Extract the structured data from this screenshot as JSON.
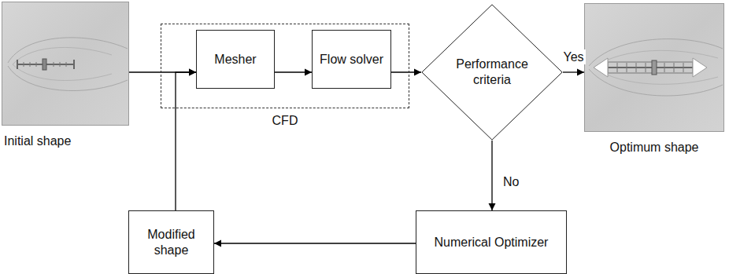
{
  "diagram": {
    "nodes": [
      {
        "text": [
          "Initial shape"
        ]
      },
      {
        "text": [
          "CFD"
        ]
      },
      {
        "text": [
          "Mesher"
        ],
        "in": 1
      },
      {
        "text": [
          "Flow solver"
        ],
        "in": 1
      },
      {
        "text": [
          "Performance criteria"
        ]
      },
      {
        "text": [
          "Optimum shape"
        ]
      },
      {
        "text": [
          "Numerical Optimizer"
        ]
      },
      {
        "text": [
          "Modified shape"
        ]
      }
    ],
    "edges": [
      {
        "from": 0,
        "to": 2,
        "arrow": "to"
      },
      {
        "from": 2,
        "to": 3,
        "arrow": "to"
      },
      {
        "from": 3,
        "to": 4,
        "arrow": "to"
      },
      {
        "from": 4,
        "to": 5,
        "arrow": "to",
        "label": "Yes"
      },
      {
        "from": 4,
        "to": 6,
        "arrow": "to",
        "label": "No"
      },
      {
        "from": 6,
        "to": 7,
        "arrow": "to"
      },
      {
        "from": 7,
        "to": 2,
        "arrow": "to"
      }
    ]
  }
}
